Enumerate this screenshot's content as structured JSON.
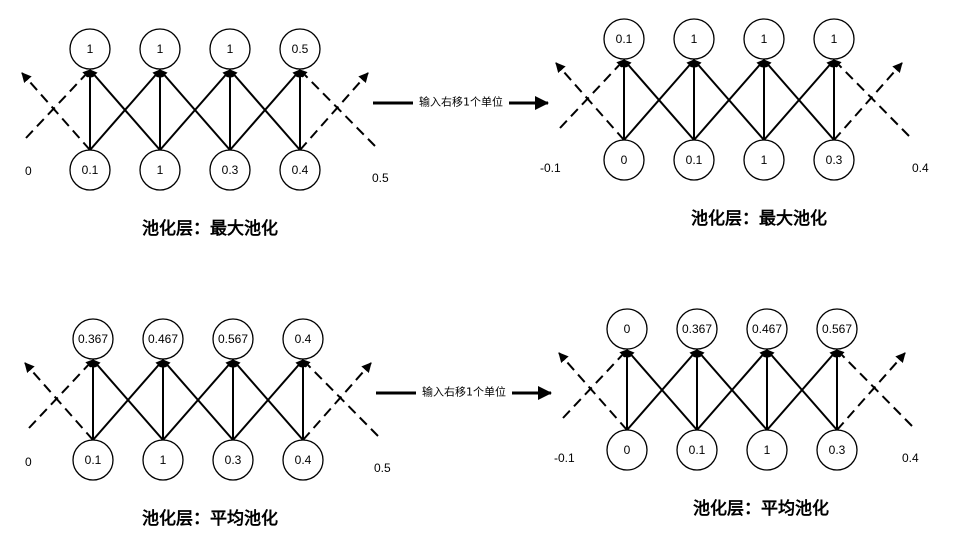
{
  "shift_label": "输入右移1个单位",
  "panels": [
    {
      "id": "max-before",
      "title": "池化层：最大池化",
      "inputs": [
        "0.1",
        "1",
        "0.3",
        "0.4"
      ],
      "outputs": [
        "1",
        "1",
        "1",
        "0.5"
      ],
      "left_padding": "0",
      "right_padding": "0.5"
    },
    {
      "id": "max-after",
      "title": "池化层：最大池化",
      "inputs": [
        "0",
        "0.1",
        "1",
        "0.3"
      ],
      "outputs": [
        "0.1",
        "1",
        "1",
        "1"
      ],
      "left_padding": "-0.1",
      "right_padding": "0.4"
    },
    {
      "id": "avg-before",
      "title": "池化层：平均池化",
      "inputs": [
        "0.1",
        "1",
        "0.3",
        "0.4"
      ],
      "outputs": [
        "0.367",
        "0.467",
        "0.567",
        "0.4"
      ],
      "left_padding": "0",
      "right_padding": "0.5"
    },
    {
      "id": "avg-after",
      "title": "池化层：平均池化",
      "inputs": [
        "0",
        "0.1",
        "1",
        "0.3"
      ],
      "outputs": [
        "0",
        "0.367",
        "0.467",
        "0.567"
      ],
      "left_padding": "-0.1",
      "right_padding": "0.4"
    }
  ],
  "colors": {
    "stroke": "#000000",
    "background": "#ffffff"
  }
}
